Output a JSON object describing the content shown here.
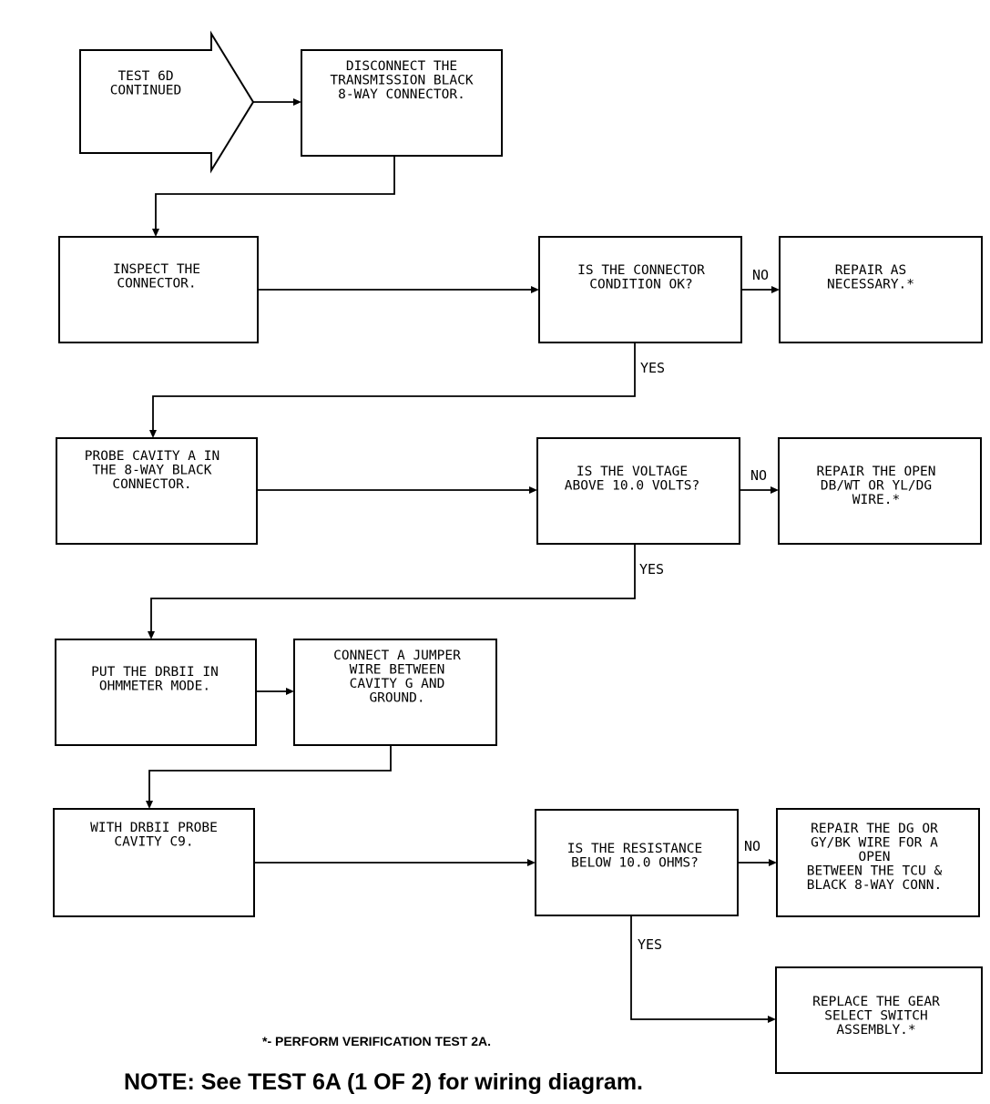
{
  "flowchart": {
    "start": {
      "lines": [
        "TEST 6D",
        "CONTINUED"
      ]
    },
    "steps": {
      "disconnect": {
        "lines": [
          "DISCONNECT THE",
          "TRANSMISSION BLACK",
          "8-WAY CONNECTOR."
        ]
      },
      "inspect": {
        "lines": [
          "INSPECT THE",
          "CONNECTOR."
        ]
      },
      "q_connector": {
        "lines": [
          "IS THE CONNECTOR",
          "CONDITION OK?"
        ]
      },
      "repair_connector": {
        "lines": [
          "REPAIR AS",
          "NECESSARY.*"
        ]
      },
      "probe_cavity_a": {
        "lines": [
          "PROBE CAVITY A IN",
          "THE 8-WAY BLACK",
          "CONNECTOR."
        ]
      },
      "q_voltage": {
        "lines": [
          "IS THE VOLTAGE",
          "ABOVE 10.0 VOLTS?"
        ]
      },
      "repair_open": {
        "lines": [
          "REPAIR THE OPEN",
          "DB/WT OR YL/DG",
          "WIRE.*"
        ]
      },
      "put_drbii": {
        "lines": [
          "PUT THE DRBII IN",
          "OHMMETER MODE."
        ]
      },
      "connect_jumper": {
        "lines": [
          "CONNECT A JUMPER",
          "WIRE BETWEEN",
          "CAVITY G AND",
          "GROUND."
        ]
      },
      "probe_c9": {
        "lines": [
          "WITH DRBII PROBE",
          "CAVITY C9."
        ]
      },
      "q_resistance": {
        "lines": [
          "IS THE RESISTANCE",
          "BELOW 10.0 OHMS?"
        ]
      },
      "repair_dg": {
        "lines": [
          "REPAIR THE DG OR",
          "GY/BK WIRE FOR A",
          "OPEN",
          "BETWEEN THE TCU &",
          "BLACK 8-WAY CONN."
        ]
      },
      "replace_switch": {
        "lines": [
          "REPLACE THE GEAR",
          "SELECT SWITCH",
          "ASSEMBLY.*"
        ]
      }
    },
    "labels": {
      "no": "NO",
      "yes": "YES"
    }
  },
  "footnote": "*- PERFORM VERIFICATION TEST 2A.",
  "note": "NOTE: See TEST 6A (1 OF 2) for wiring diagram."
}
